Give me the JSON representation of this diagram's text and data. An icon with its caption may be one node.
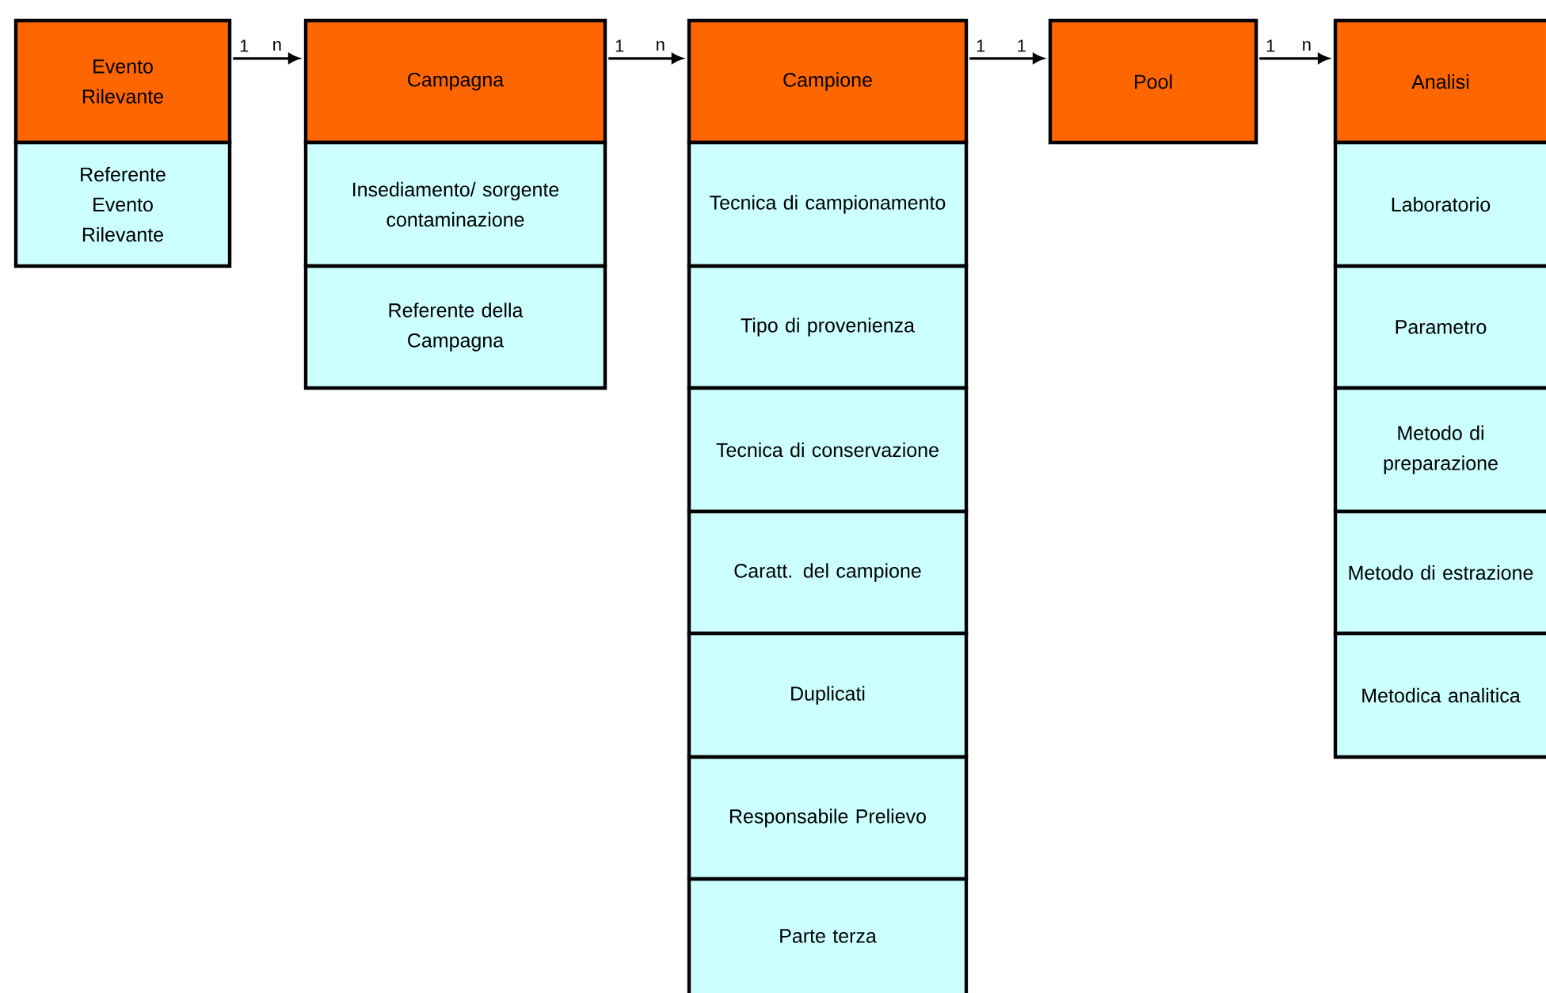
{
  "diagram": {
    "nodes": [
      {
        "text": [
          "Evento Rilevante"
        ]
      },
      {
        "text": [
          "Referente Evento Rilevante"
        ]
      },
      {
        "text": [
          "Campagna"
        ]
      },
      {
        "text": [
          "Insediamento/ sorgente contaminazione"
        ]
      },
      {
        "text": [
          "Referente della Campagna"
        ]
      },
      {
        "text": [
          "Campione"
        ]
      },
      {
        "text": [
          "Tecnica di campionamento"
        ]
      },
      {
        "text": [
          "Tipo di provenienza"
        ]
      },
      {
        "text": [
          "Tecnica di conservazione"
        ]
      },
      {
        "text": [
          "Caratt. del campione"
        ]
      },
      {
        "text": [
          "Duplicati"
        ]
      },
      {
        "text": [
          "Responsabile Prelievo"
        ]
      },
      {
        "text": [
          "Parte terza"
        ]
      },
      {
        "text": [
          "Pool"
        ]
      },
      {
        "text": [
          "Analisi"
        ]
      },
      {
        "text": [
          "Laboratorio"
        ]
      },
      {
        "text": [
          "Parametro"
        ]
      },
      {
        "text": [
          "Metodo di preparazione"
        ]
      },
      {
        "text": [
          "Metodo di estrazione"
        ]
      },
      {
        "text": [
          "Metodica analitica"
        ]
      }
    ],
    "edges": [
      {
        "from": 0,
        "to": 2,
        "arrow": "to"
      },
      {
        "from": 2,
        "to": 5,
        "arrow": "to"
      },
      {
        "from": 5,
        "to": 13,
        "arrow": "to"
      },
      {
        "from": 13,
        "to": 14,
        "arrow": "to"
      }
    ],
    "labels": [
      "1",
      "n",
      "1",
      "n",
      "1",
      "1",
      "1",
      "n"
    ]
  }
}
